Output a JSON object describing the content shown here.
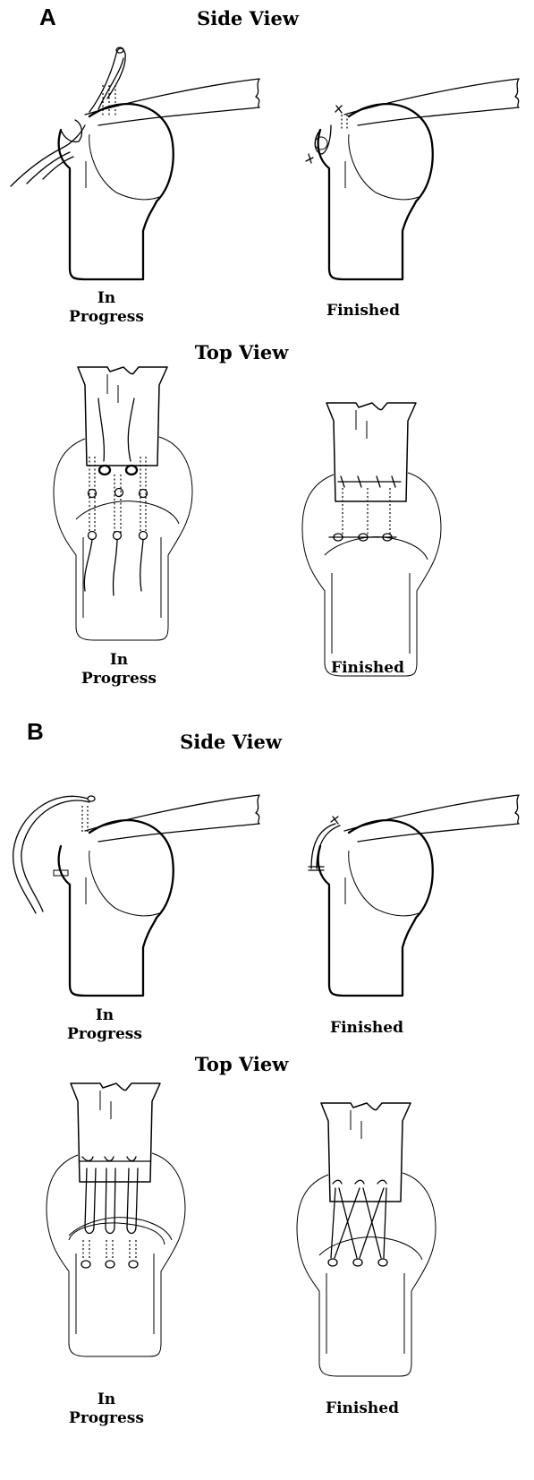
{
  "panels": [
    {
      "letter": "A",
      "side_view": {
        "title": "Side View",
        "in_progress": [
          "In",
          "Progress"
        ],
        "finished": "Finished"
      },
      "top_view": {
        "title": "Top View",
        "in_progress": [
          "In",
          "Progress"
        ],
        "finished": "Finished"
      }
    },
    {
      "letter": "B",
      "side_view": {
        "title": "Side View",
        "in_progress": [
          "In",
          "Progress"
        ],
        "finished": "Finished"
      },
      "top_view": {
        "title": "Top View",
        "in_progress": [
          "In",
          "Progress"
        ],
        "finished": "Finished"
      }
    }
  ]
}
